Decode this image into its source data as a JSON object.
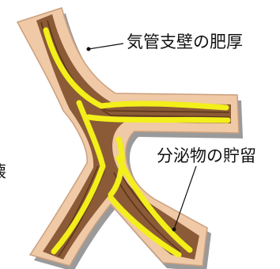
{
  "labels": {
    "wall_thickening": "気管支壁の肥厚",
    "secretion_retention": "分泌物の貯留",
    "destruction_fragment": "壊"
  },
  "colors": {
    "background": "#ffffff",
    "outer_wall": "#f0c9a6",
    "outer_wall_shadow": "#9a9a9a",
    "inner_wall": "#8b5a36",
    "secretion": "#f2ef1a",
    "mucosa_line": "#5b3518",
    "leader_line": "#111111"
  }
}
